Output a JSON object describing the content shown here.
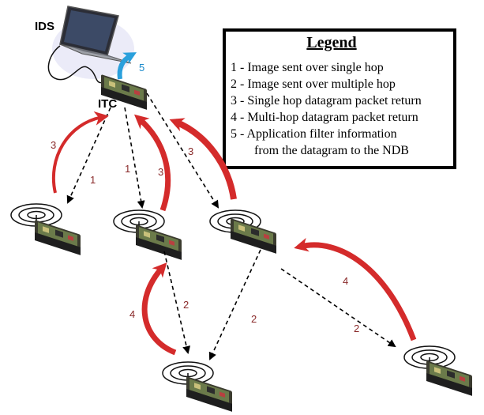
{
  "nodes": {
    "ids_label": "IDS",
    "itc_label": "ITC"
  },
  "legend": {
    "title": "Legend",
    "items": [
      "1 - Image sent over single hop",
      "2 - Image sent over multiple hop",
      "3 - Single hop datagram packet return",
      "4 - Multi-hop datagram packet return",
      "5 - Application filter information",
      "from the datagram to the NDB"
    ]
  },
  "edge_labels": {
    "blue_5": "5",
    "red_3_left": "3",
    "dash_1_left": "1",
    "dash_1_mid": "1",
    "red_3_mid": "3",
    "red_3_right": "3",
    "dash_2_mid": "2",
    "red_4_left": "4",
    "dash_2_right": "2",
    "red_4_right": "4",
    "dash_2_far": "2"
  },
  "colors": {
    "red_arrow": "#d42b2b",
    "blue_arrow": "#2aa0dc",
    "edge_number": "#8a2a2a",
    "legend_border": "#000000"
  }
}
